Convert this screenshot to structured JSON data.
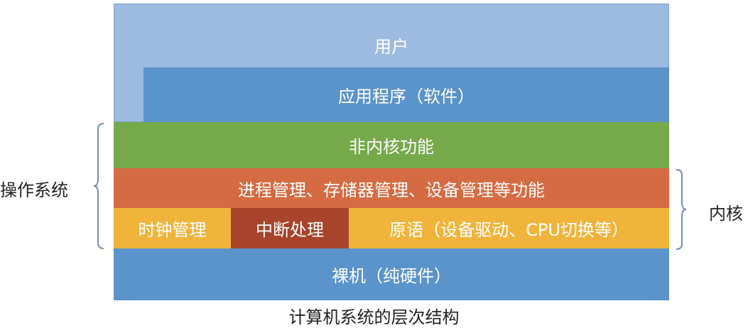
{
  "layers": {
    "user": {
      "label": "用户",
      "color": "#9dbbe0"
    },
    "apps": {
      "label": "应用程序（软件）",
      "color": "#5b93cb"
    },
    "non_kernel": {
      "label": "非内核功能",
      "color": "#76a94a"
    },
    "process_mgmt": {
      "label": "进程管理、存储器管理、设备管理等功能",
      "color": "#d56b42"
    },
    "clock": {
      "label": "时钟管理",
      "color": "#f0b43b"
    },
    "interrupt": {
      "label": "中断处理",
      "color": "#a8442b"
    },
    "primitives": {
      "label": "原语（设备驱动、CPU切换等）",
      "color": "#f0b43b"
    },
    "bare_machine": {
      "label": "裸机（纯硬件）",
      "color": "#5b93cb"
    }
  },
  "side_labels": {
    "os": "操作系统",
    "kernel": "内核"
  },
  "caption": "计算机系统的层次结构",
  "brace_color": "#6a8fc0"
}
